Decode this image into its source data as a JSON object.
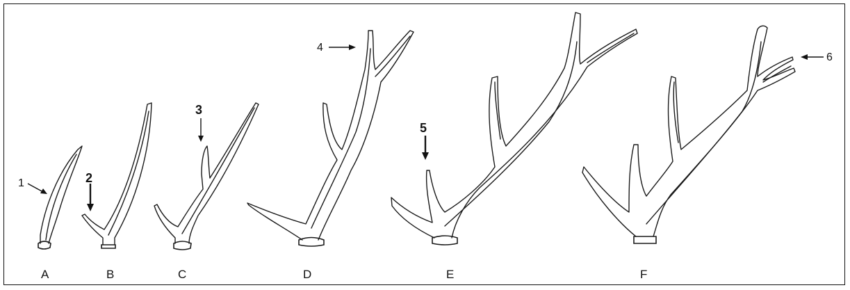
{
  "labels": {
    "a": "A",
    "b": "B",
    "c": "C",
    "d": "D",
    "e": "E",
    "f": "F"
  },
  "numbers": {
    "n1": "1",
    "n2": "2",
    "n3": "3",
    "n4": "4",
    "n5": "5",
    "n6": "6"
  },
  "colors": {
    "ink": "#1a1a1a",
    "background": "#ffffff"
  }
}
